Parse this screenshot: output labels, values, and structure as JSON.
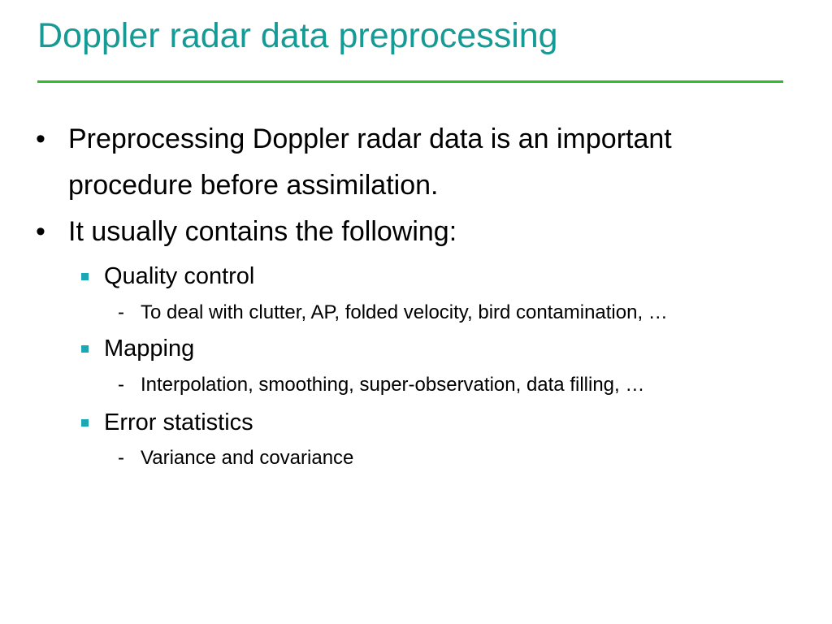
{
  "slide": {
    "title": "Doppler radar data preprocessing",
    "bullets": [
      {
        "marker": "•",
        "text": "Preprocessing Doppler radar data is an important procedure before assimilation."
      },
      {
        "marker": "•",
        "text": "It usually contains the following:",
        "subitems": [
          {
            "text": "Quality control",
            "detail_marker": "-",
            "detail": "To deal with clutter, AP, folded velocity, bird contamination, …"
          },
          {
            "text": "Mapping",
            "detail_marker": "-",
            "detail": "Interpolation, smoothing, super-observation, data filling, …"
          },
          {
            "text": "Error statistics",
            "detail_marker": "-",
            "detail": "Variance and covariance"
          }
        ]
      }
    ]
  },
  "colors": {
    "title": "#159a96",
    "title_rule": "#2fba2f",
    "sub_bullet_square": "#19a8b4",
    "text": "#000000",
    "background": "#ffffff"
  }
}
